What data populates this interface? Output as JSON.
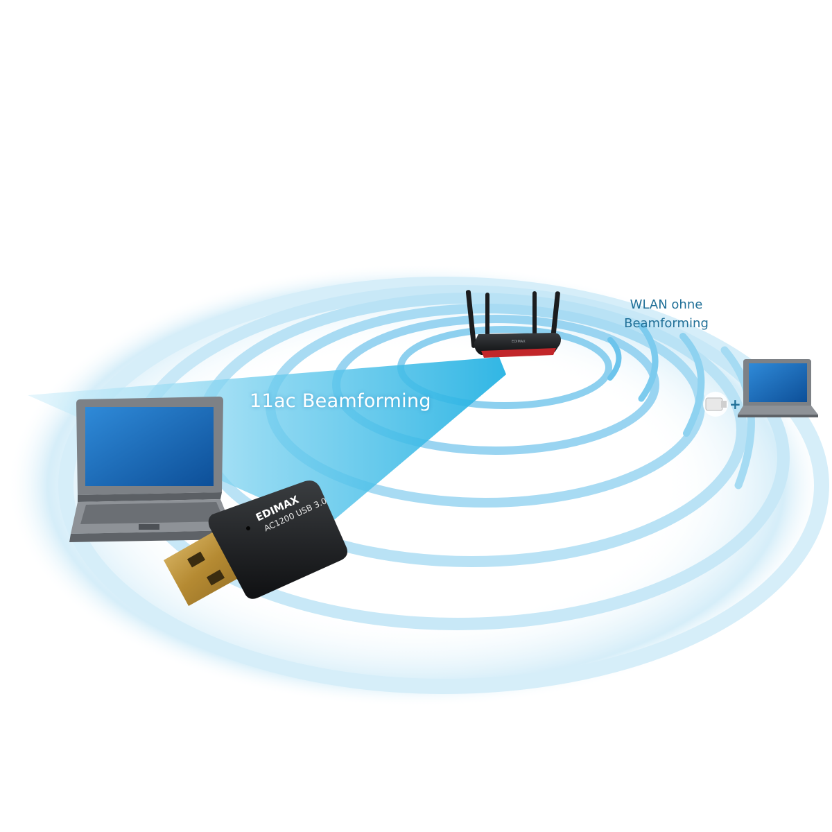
{
  "labels": {
    "beamforming": "11ac Beamforming",
    "wlan_line1": "WLAN ohne",
    "wlan_line2": "Beamforming",
    "plus_sign": "+"
  },
  "adapter": {
    "brand": "EDIMAX",
    "model": "AC1200 USB 3.0"
  },
  "router": {
    "brand": "EDIMAX"
  },
  "colors": {
    "ring_outer": "#d3ecf8",
    "ring_mid": "#a9dcf3",
    "ring_inner": "#8dd0ef",
    "beam": "#33b9e4",
    "wlan_text": "#1f6f97",
    "screen": "#1565b3",
    "router_accent": "#c2262a",
    "usb_gold": "#c9a24b"
  },
  "icons": {
    "router": "wifi-router-icon",
    "laptop_main": "laptop-icon",
    "laptop_remote": "laptop-icon",
    "usb_adapter": "usb-adapter-icon",
    "usb_mini": "usb-nano-adapter-icon"
  }
}
